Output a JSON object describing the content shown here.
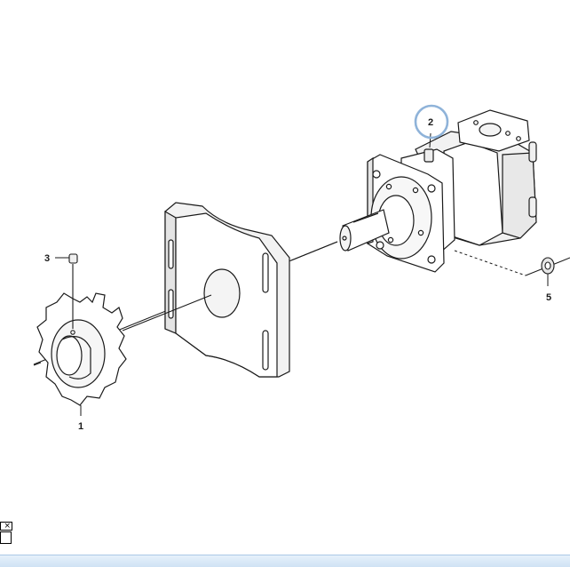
{
  "diagram": {
    "callouts": [
      {
        "id": "1",
        "label": "1"
      },
      {
        "id": "2",
        "label": "2"
      },
      {
        "id": "3",
        "label": "3"
      },
      {
        "id": "5",
        "label": "5"
      }
    ],
    "highlight_color": "#8fb3d9",
    "line_color": "#1a1a1a",
    "part_fill": "#ffffff",
    "part_shade": "#e9e9e9"
  },
  "window": {
    "close_glyph": "×"
  },
  "colors": {
    "status_strip": "#d8e8f6"
  }
}
